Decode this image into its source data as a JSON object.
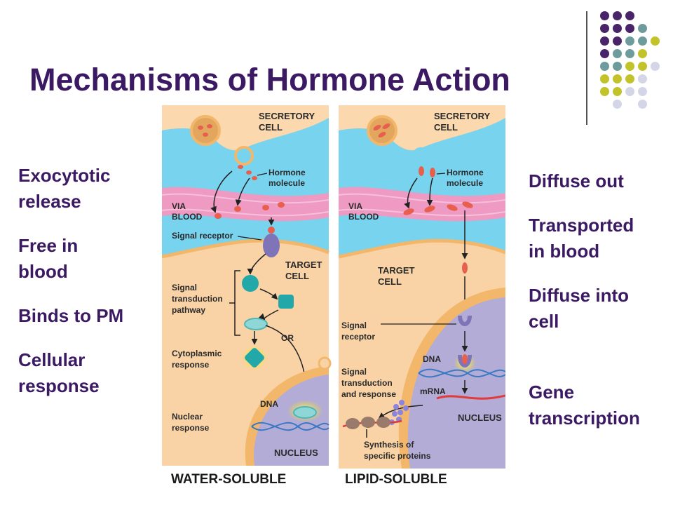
{
  "title": "Mechanisms of Hormone Action",
  "left_notes": [
    "Exocytotic",
    "release",
    "Free in",
    "blood",
    "Binds to PM",
    "Cellular",
    "response"
  ],
  "right_notes": [
    "Diffuse out",
    "Transported",
    "in blood",
    "Diffuse into",
    "cell",
    "Gene",
    "transcription"
  ],
  "panel_left": {
    "secretory_cell": [
      "SECRETORY",
      "CELL"
    ],
    "hormone_molecule": [
      "Hormone",
      "molecule"
    ],
    "via_blood": [
      "VIA",
      "BLOOD"
    ],
    "signal_receptor": "Signal receptor",
    "target_cell": [
      "TARGET",
      "CELL"
    ],
    "signal_transduction": [
      "Signal",
      "transduction",
      "pathway"
    ],
    "or": "OR",
    "cytoplasmic_response": [
      "Cytoplasmic",
      "response"
    ],
    "dna": "DNA",
    "nuclear_response": [
      "Nuclear",
      "response"
    ],
    "nucleus": "NUCLEUS",
    "footer": "WATER-SOLUBLE"
  },
  "panel_right": {
    "secretory_cell": [
      "SECRETORY",
      "CELL"
    ],
    "hormone_molecule": [
      "Hormone",
      "molecule"
    ],
    "via_blood": [
      "VIA",
      "BLOOD"
    ],
    "target_cell": [
      "TARGET",
      "CELL"
    ],
    "signal_receptor": [
      "Signal",
      "receptor"
    ],
    "dna": "DNA",
    "mrna": "mRNA",
    "signal_transduction": [
      "Signal",
      "transduction",
      "and response"
    ],
    "nucleus": "NUCLEUS",
    "synthesis": [
      "Synthesis of",
      "specific proteins"
    ],
    "footer": "LIPID-SOLUBLE"
  },
  "colors": {
    "title": "#3b1a63",
    "purple_dot": "#4a2469",
    "teal_dot": "#6e9c9c",
    "olive_dot": "#c2c22a",
    "lavender_dot": "#d5d5e8",
    "cytoplasm": "#f9d3a6",
    "fluid": "#78d3ef",
    "blood_vessel": "#ee9ac2",
    "nucleus": "#b3acd6"
  }
}
